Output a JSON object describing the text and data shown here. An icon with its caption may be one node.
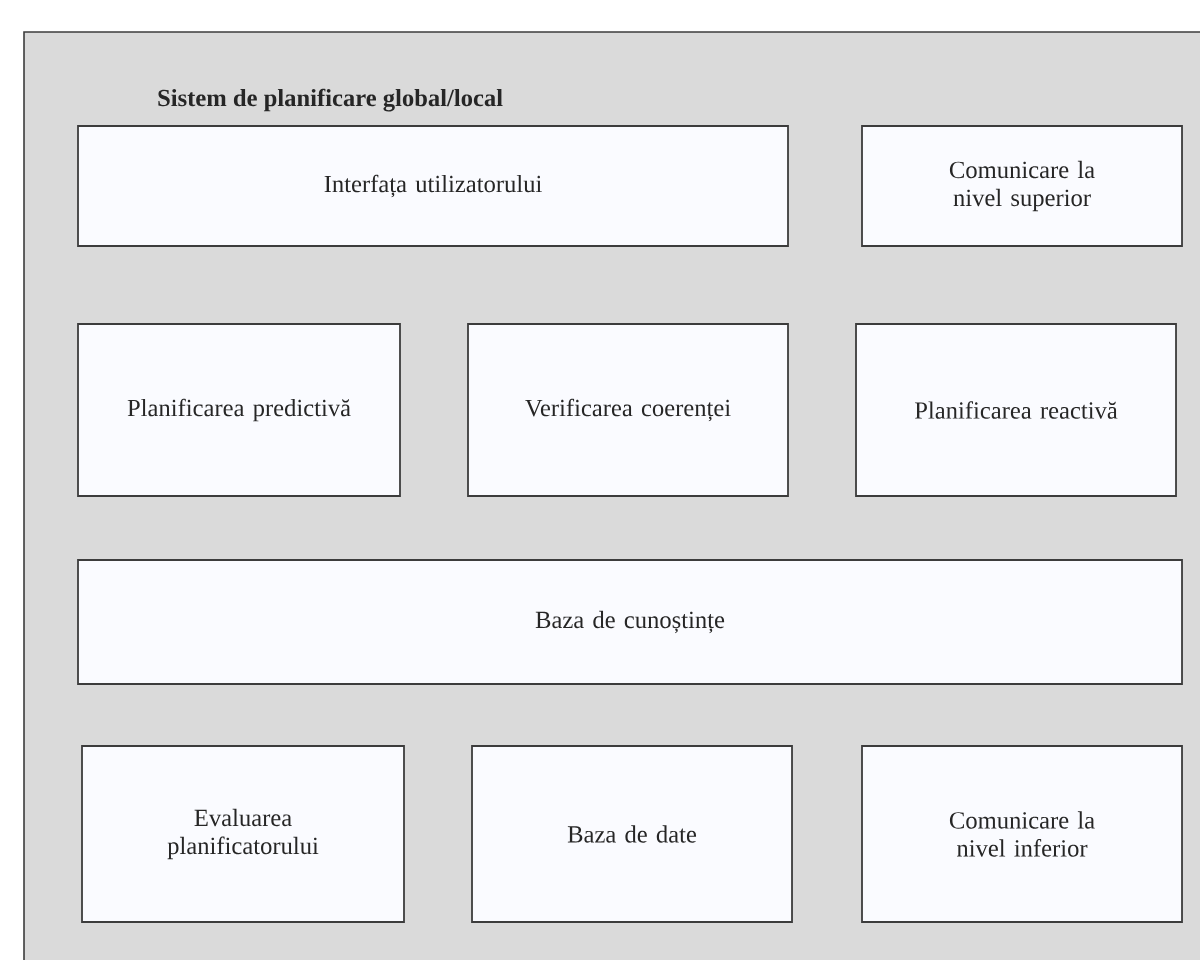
{
  "diagram": {
    "nodes": [
      {
        "text": [
          "Sistem de planificare global/local"
        ]
      },
      {
        "text": [
          "Interfața utilizatorului"
        ],
        "in": 0
      },
      {
        "text": [
          "Comunicare la nivel superior"
        ],
        "in": 0
      },
      {
        "text": [
          "Planificarea predictivă"
        ],
        "in": 0
      },
      {
        "text": [
          "Verificarea coerenței"
        ],
        "in": 0
      },
      {
        "text": [
          "Planificarea reactivă"
        ],
        "in": 0
      },
      {
        "text": [
          "Baza de cunoștințe"
        ],
        "in": 0
      },
      {
        "text": [
          "Evaluarea planificatorului"
        ],
        "in": 0
      },
      {
        "text": [
          "Baza de date"
        ],
        "in": 0
      },
      {
        "text": [
          "Comunicare la nivel inferior"
        ],
        "in": 0
      }
    ]
  }
}
